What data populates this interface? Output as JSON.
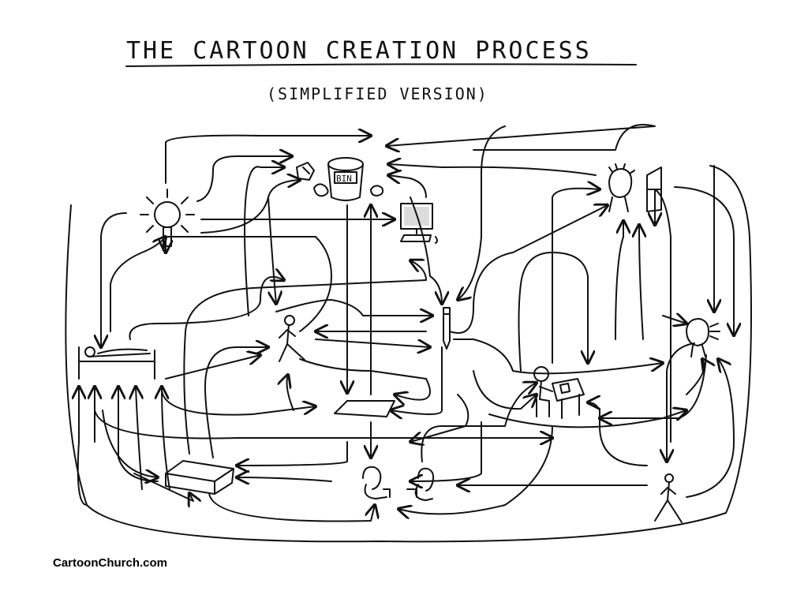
{
  "title": "THE CARTOON CREATION PROCESS",
  "subtitle": "(SIMPLIFIED VERSION)",
  "bin_label": "BIN",
  "credit": "CartoonChurch.com"
}
